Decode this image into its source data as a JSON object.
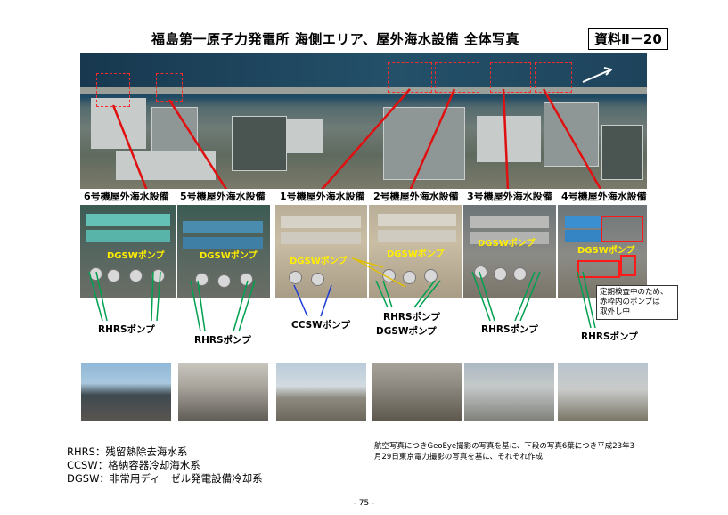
{
  "title": "福島第一原子力発電所 海側エリア、屋外海水設備 全体写真",
  "doc_ref": "資料Ⅱ－20",
  "unit_labels": [
    "6号機屋外海水設備",
    "5号機屋外海水設備",
    "1号機屋外海水設備",
    "2号機屋外海水設備",
    "3号機屋外海水設備",
    "4号機屋外海水設備"
  ],
  "photo_annotations": {
    "dgsw_pump": "DGSWポンプ",
    "rhrs_pump": "RHRSポンプ",
    "ccsw_pump": "CCSWポンプ"
  },
  "pump_labels": {
    "u6_rhrs": "RHRSポンプ",
    "u5_rhrs": "RHRSポンプ",
    "u1_ccsw": "CCSWポンプ",
    "u2_rhrs": "RHRSポンプ",
    "u2_dgsw": "DGSWポンプ",
    "u3_rhrs": "RHRSポンプ",
    "u4_rhrs": "RHRSポンプ"
  },
  "inspection_note": [
    "定期検査中のため、",
    "赤枠内のポンプは",
    "取外し中"
  ],
  "legend": [
    "RHRS：残留熱除去海水系",
    "CCSW：格納容器冷却海水系",
    "DGSW：非常用ディーゼル発電設備冷却系"
  ],
  "source_note": [
    "航空写真につきGeoEye撮影の写真を基に、下段の写真6葉につき平成23年3",
    "月29日東京電力撮影の写真を基に、それぞれ作成"
  ],
  "page_number": "- 75 -",
  "colors": {
    "annotation_line": "#00a050",
    "highlight_box": "#ff2a2a",
    "photo_label": "#ffee00"
  }
}
